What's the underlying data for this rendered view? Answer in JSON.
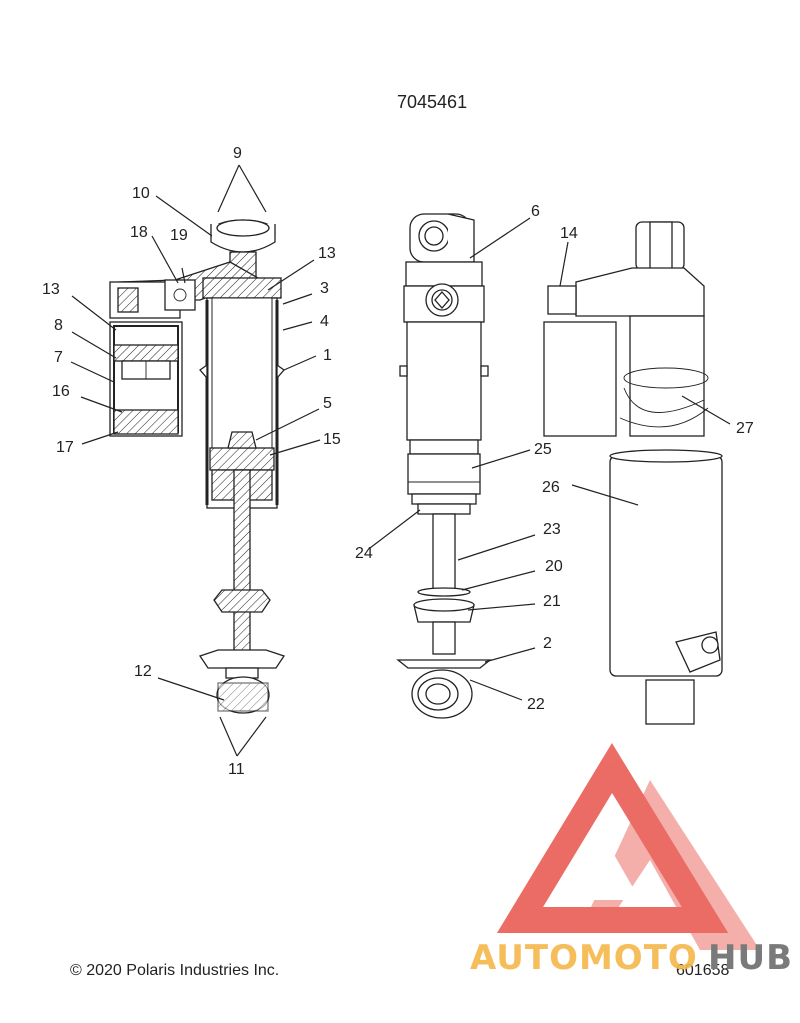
{
  "diagram": {
    "part_number": "7045461",
    "copyright": "© 2020 Polaris Industries Inc.",
    "drawing_number": "601658",
    "callouts": [
      "9",
      "10",
      "18",
      "19",
      "13",
      "3",
      "4",
      "1",
      "5",
      "15",
      "13",
      "8",
      "7",
      "16",
      "17",
      "12",
      "11",
      "6",
      "14",
      "25",
      "24",
      "23",
      "20",
      "21",
      "2",
      "22",
      "26",
      "27"
    ]
  },
  "watermark": {
    "brand_part1": "AUTOMOTO",
    "brand_part2": "HUB",
    "color_orange": "#f5b84a",
    "color_red": "#e8534a",
    "color_gray": "#7a7a7a"
  }
}
